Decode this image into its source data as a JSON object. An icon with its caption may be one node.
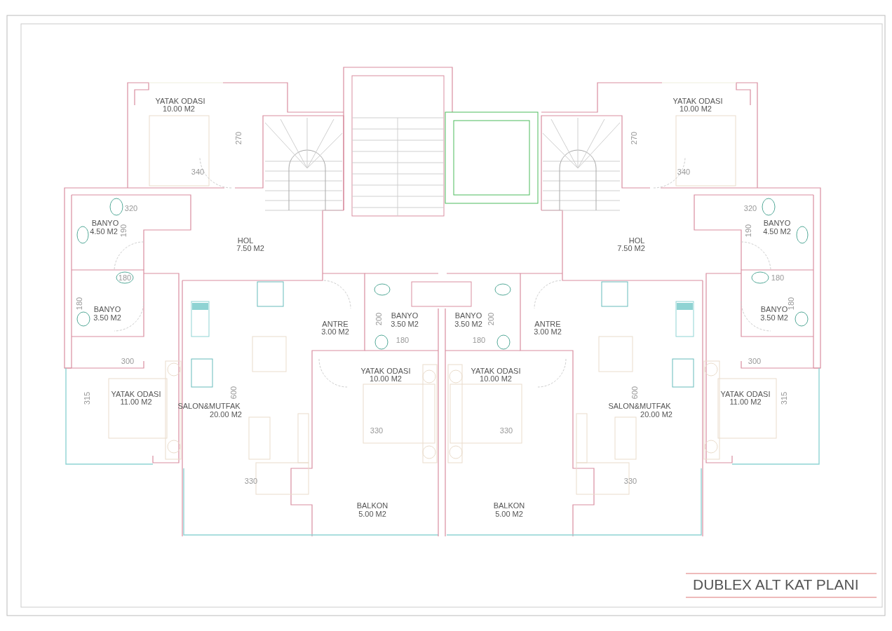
{
  "diagram": {
    "title": "DUBLEX ALT KAT PLANI",
    "labels": [
      "YATAK ODASI",
      "10.00 M2",
      "YATAK ODASI",
      "10.00 M2",
      "270",
      "270",
      "340",
      "340",
      "320",
      "320",
      "BANYO",
      "4.50 M2",
      "190",
      "190",
      "BANYO",
      "4.50 M2",
      "HOL",
      "7.50 M2",
      "HOL",
      "7.50 M2",
      "180",
      "180",
      "180",
      "180",
      "BANYO",
      "3.50 M2",
      "ANTRE",
      "3.00 M2",
      "200",
      "BANYO",
      "3.50 M2",
      "BANYO",
      "3.50 M2",
      "200",
      "ANTRE",
      "3.00 M2",
      "BANYO",
      "3.50 M2",
      "180",
      "180",
      "300",
      "300",
      "YATAK ODASI",
      "10.00 M2",
      "YATAK ODASI",
      "10.00 M2",
      "315",
      "YATAK ODASI",
      "11.00 M2",
      "600",
      "SALON&MUTFAK",
      "20.00 M2",
      "600",
      "SALON&MUTFAK",
      "20.00 M2",
      "YATAK ODASI",
      "11.00 M2",
      "315",
      "330",
      "330",
      "330",
      "330",
      "BALKON",
      "5.00 M2",
      "BALKON",
      "5.00 M2"
    ]
  }
}
